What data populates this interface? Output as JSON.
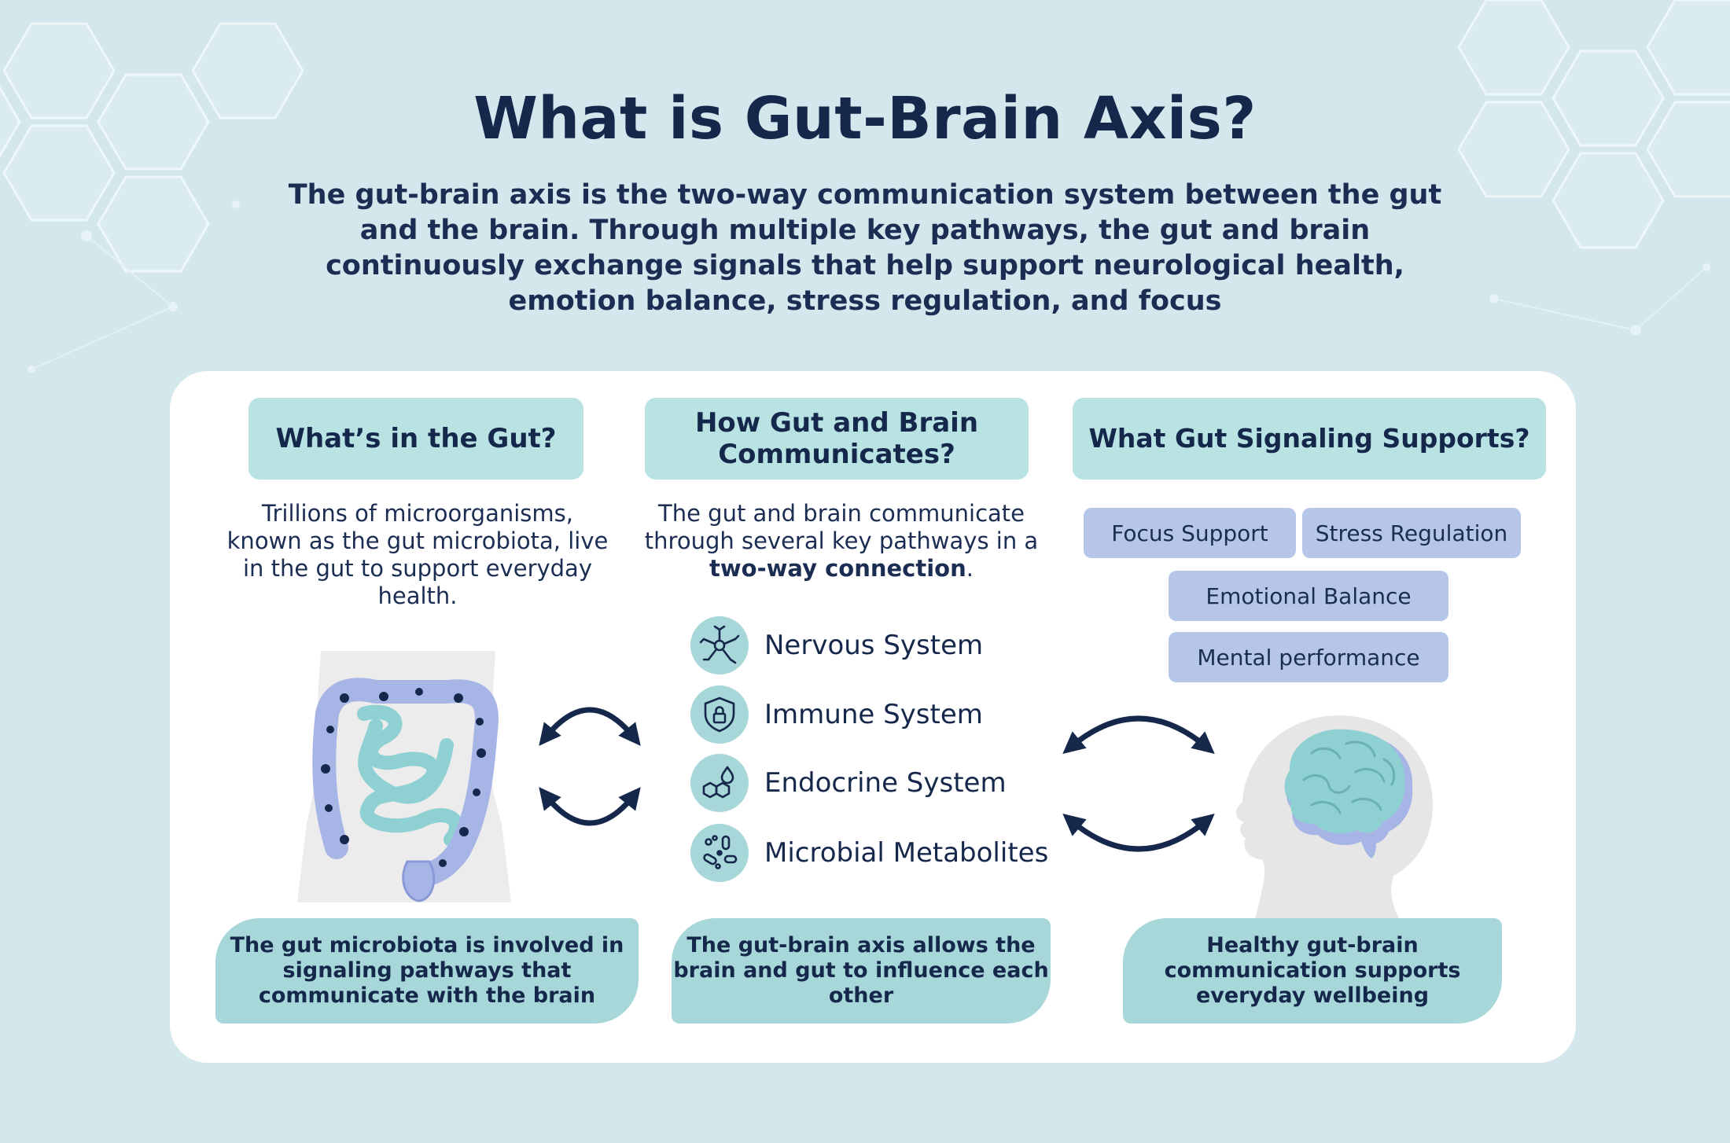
{
  "title": "What is Gut-Brain Axis?",
  "intro": "The gut-brain axis is the two-way communication system between the gut and the brain. Through multiple key pathways, the gut and brain continuously exchange signals that help support neurological health, emotion balance, stress regulation, and focus",
  "columns": {
    "gut": {
      "header": "What’s in the Gut?",
      "description": "Trillions of microorganisms, known as the gut microbiota, live in the gut to support everyday health.",
      "footer": "The gut microbiota is involved in signaling pathways that communicate with the brain"
    },
    "communication": {
      "header": "How Gut and Brain Communicates?",
      "description_pre": "The gut and brain communicate through several key pathways in a ",
      "description_bold": "two-way connection",
      "description_post": ".",
      "pathways": [
        {
          "label": "Nervous System",
          "icon": "neuron-icon"
        },
        {
          "label": "Immune System",
          "icon": "shield-lock-icon"
        },
        {
          "label": "Endocrine System",
          "icon": "hormone-molecule-icon"
        },
        {
          "label": "Microbial Metabolites",
          "icon": "microbes-icon"
        }
      ],
      "footer": "The gut-brain axis allows the brain and gut to influence each other"
    },
    "support": {
      "header": "What Gut Signaling Supports?",
      "pills": [
        "Focus Support",
        "Stress Regulation",
        "Emotional Balance",
        "Mental performance"
      ],
      "footer": "Healthy gut-brain communication supports everyday wellbeing"
    }
  },
  "colors": {
    "background": "#d3e7ec",
    "navy": "#15284b",
    "teal": "#a7d7d9",
    "header_teal": "#b9e3e3",
    "lavender": "#b6c6e8"
  }
}
